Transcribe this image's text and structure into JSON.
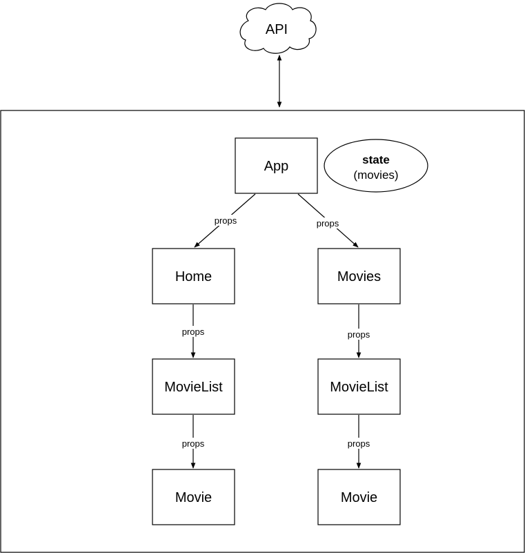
{
  "diagram": {
    "api_label": "API",
    "nodes": {
      "app": "App",
      "home": "Home",
      "movies": "Movies",
      "movielist_left": "MovieList",
      "movielist_right": "MovieList",
      "movie_left": "Movie",
      "movie_right": "Movie"
    },
    "state": {
      "title": "state",
      "subtitle": "(movies)"
    },
    "edge_labels": {
      "app_home": "props",
      "app_movies": "props",
      "home_movielist": "props",
      "movies_movielist": "props",
      "movielist_movie_left": "props",
      "movielist_movie_right": "props"
    }
  }
}
